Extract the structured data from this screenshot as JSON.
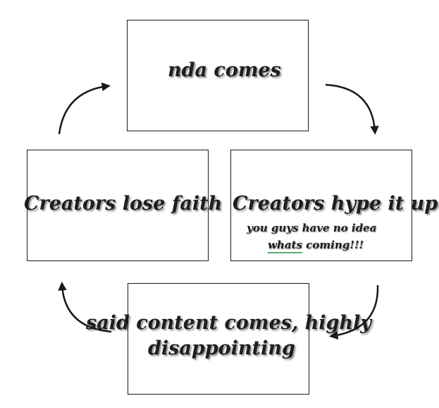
{
  "nodes": {
    "top": {
      "label": "nda comes"
    },
    "right": {
      "label": "Creators hype it up",
      "note_line1": "you guys have no idea",
      "note_line2_underlined": "whats",
      "note_line2_rest": " coming!!!"
    },
    "bottom": {
      "label_line1": "said content comes, highly",
      "label_line2": "disappointing"
    },
    "left": {
      "label": "Creators lose faith"
    }
  },
  "colors": {
    "stroke": "#1a1a1a",
    "text": "#1e1e1e",
    "underline": "#5ba878"
  }
}
